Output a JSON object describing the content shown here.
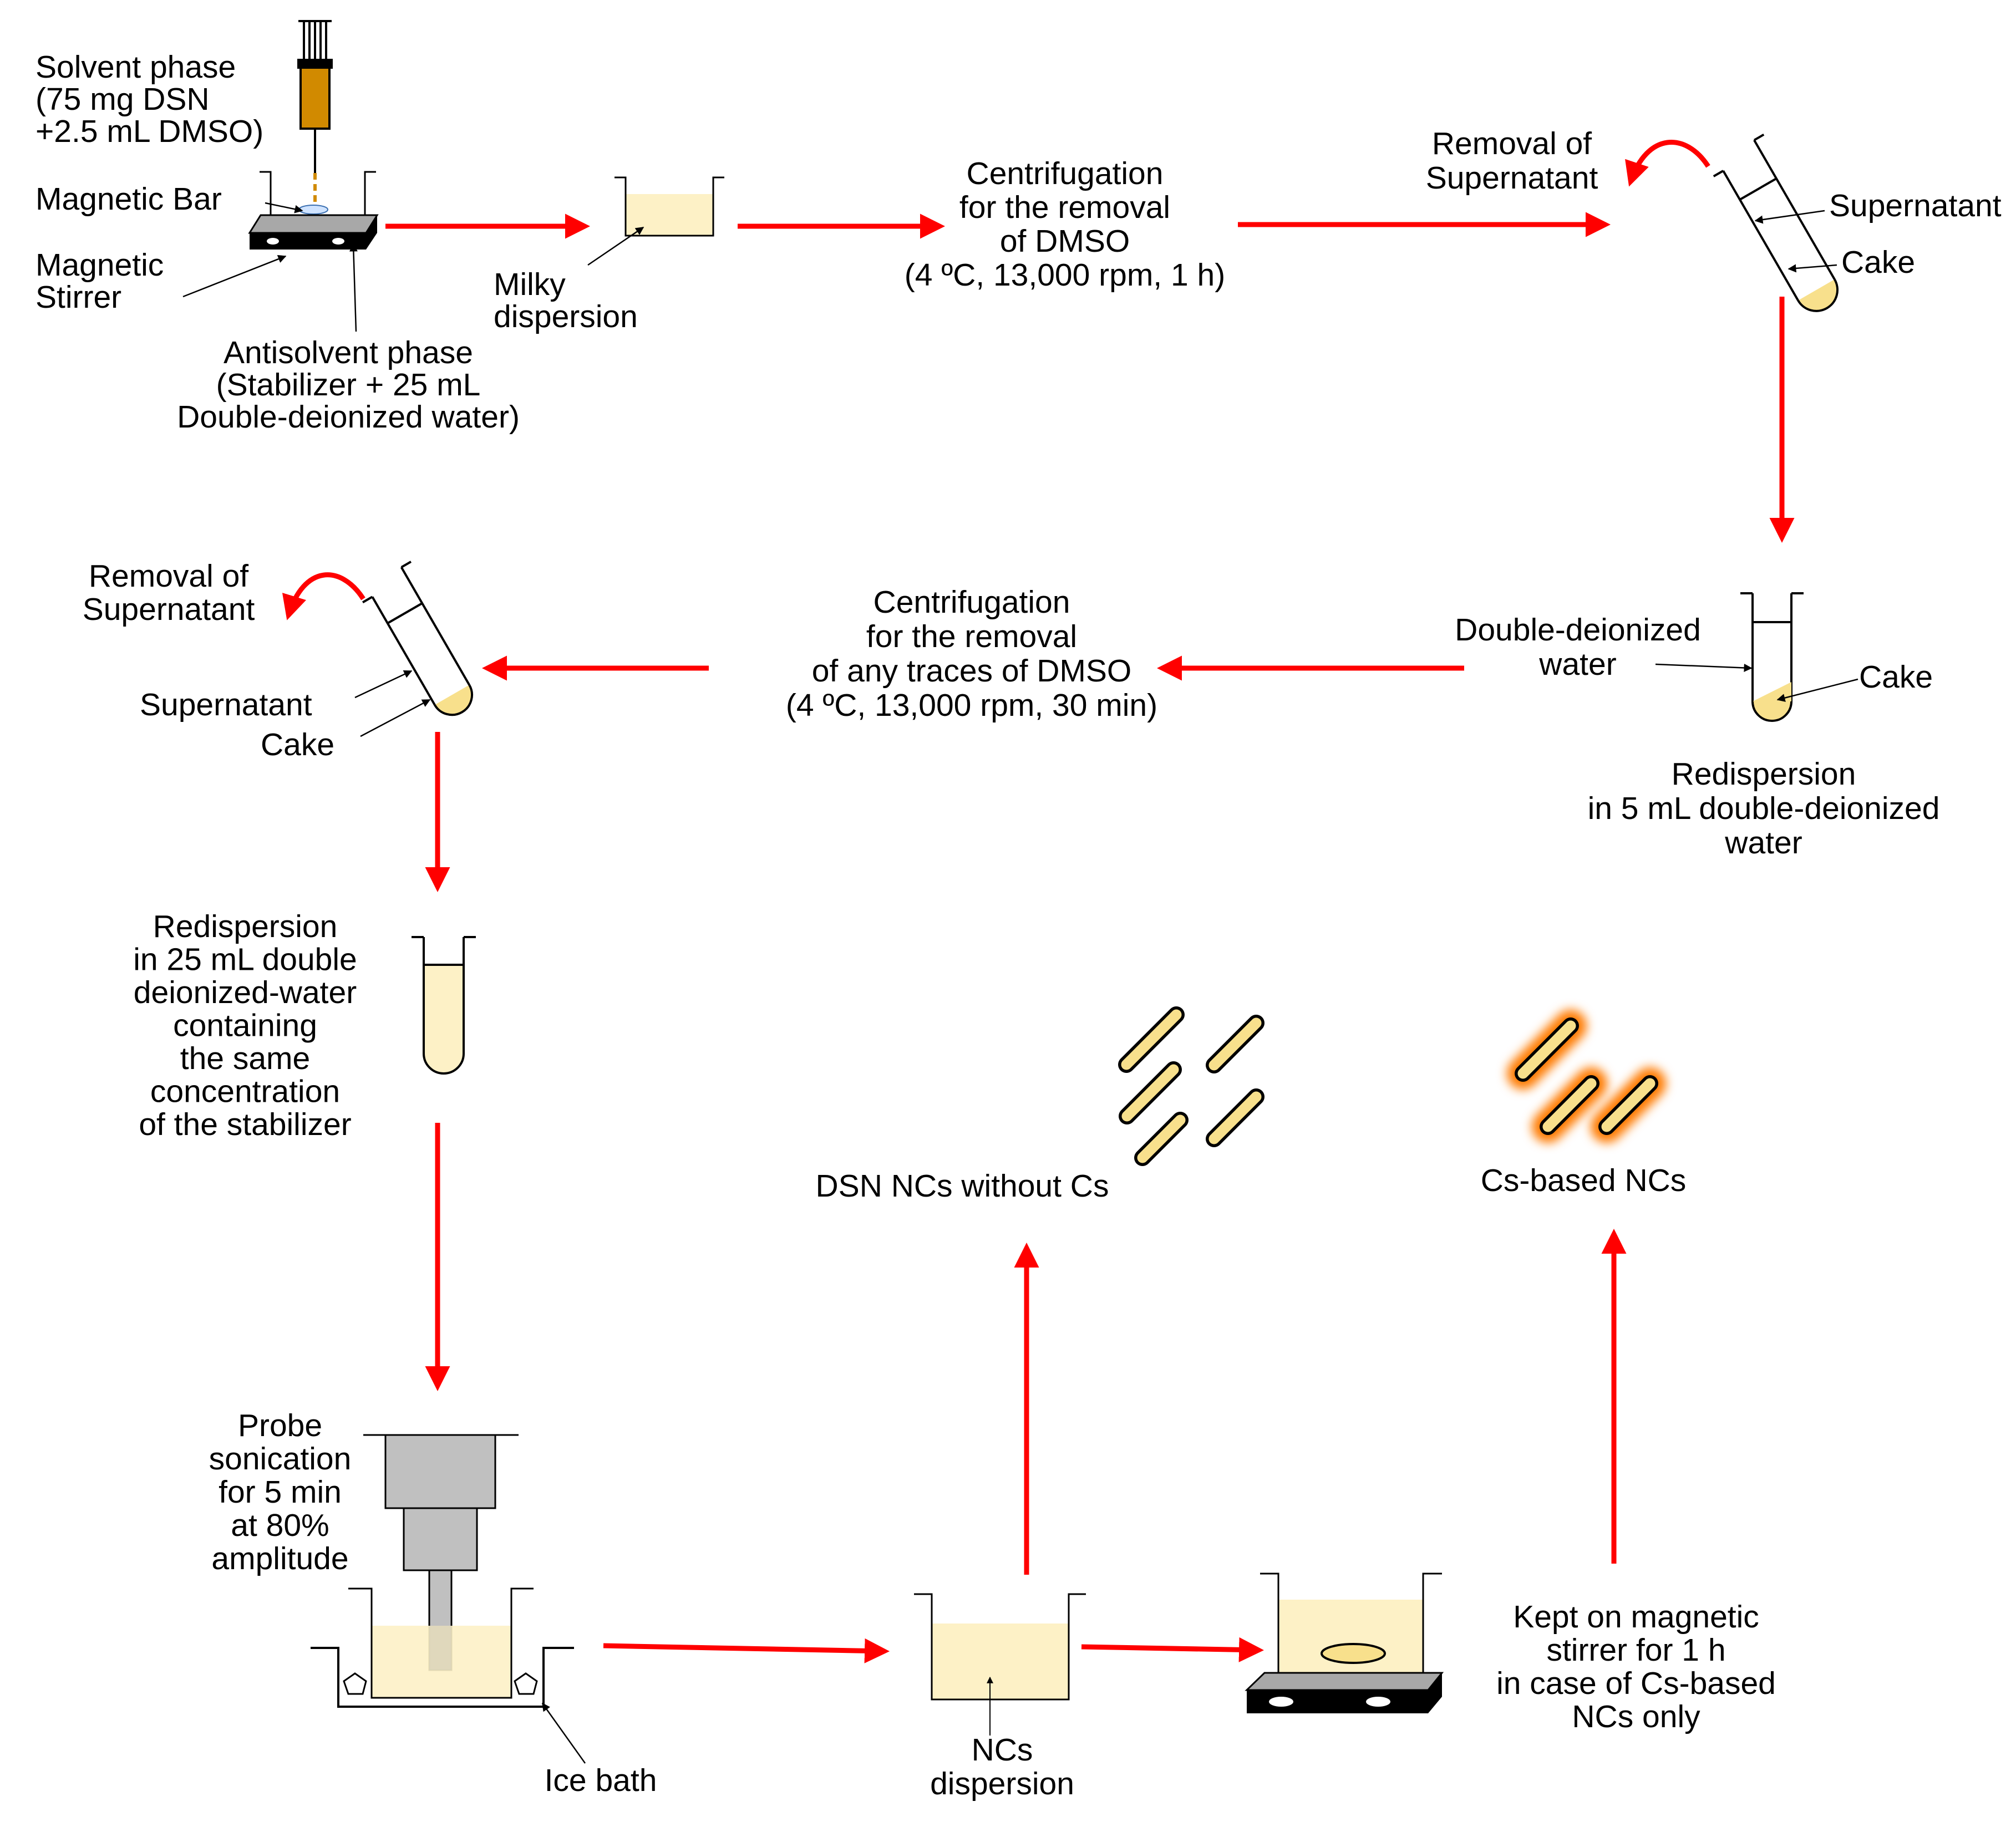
{
  "labels": {
    "solvent_phase": [
      "Solvent phase",
      "(75 mg DSN",
      "+2.5 mL DMSO)"
    ],
    "magnetic_bar": [
      "Magnetic Bar"
    ],
    "magnetic_stirrer": [
      "Magnetic",
      "Stirrer"
    ],
    "antisolvent_phase": [
      "Antisolvent phase",
      "(Stabilizer + 25 mL",
      "Double-deionized water)"
    ],
    "milky_dispersion": [
      "Milky",
      "dispersion"
    ],
    "centrifugation_1": [
      "Centrifugation",
      "for the removal",
      "of DMSO",
      "(4 ºC, 13,000 rpm, 1 h)"
    ],
    "removal_supernatant_1": [
      "Removal of",
      "Supernatant"
    ],
    "supernatant_1": [
      "Supernatant"
    ],
    "cake_1": [
      "Cake"
    ],
    "double_deionized_water": [
      "Double-deionized",
      "water"
    ],
    "cake_2": [
      "Cake"
    ],
    "redispersion_5ml": [
      "Redispersion",
      "in 5 mL double-deionized",
      "water"
    ],
    "centrifugation_2": [
      "Centrifugation",
      "for the removal",
      "of any traces of DMSO",
      "(4 ºC, 13,000 rpm, 30 min)"
    ],
    "removal_supernatant_2": [
      "Removal of",
      "Supernatant"
    ],
    "supernatant_2": [
      "Supernatant"
    ],
    "cake_3": [
      "Cake"
    ],
    "redispersion_25ml": [
      "Redispersion",
      "in 25 mL double",
      "deionized-water",
      "containing",
      "the same",
      "concentration",
      "of the stabilizer"
    ],
    "probe_sonication": [
      "Probe",
      "sonication",
      "for 5 min",
      "at 80%",
      "amplitude"
    ],
    "ice_bath": [
      "Ice bath"
    ],
    "ncs_dispersion": [
      "NCs",
      "dispersion"
    ],
    "kept_on_stirrer": [
      "Kept on magnetic",
      "stirrer for 1 h",
      "in case of Cs-based",
      "NCs only"
    ],
    "dsn_ncs_without_cs": [
      "DSN NCs without Cs"
    ],
    "cs_based_ncs": [
      "Cs-based NCs"
    ]
  },
  "colors": {
    "flow_arrow": "#ff0000",
    "liquid": "#fdf1c6",
    "liquid_cake": "#f8e08c",
    "syringe_fluid": "#d18a00",
    "probe": "#c0c0c0",
    "glow": "#ff7a00",
    "stirrer_plate": "#000000",
    "stirrer_top": "#a8a8a8"
  }
}
